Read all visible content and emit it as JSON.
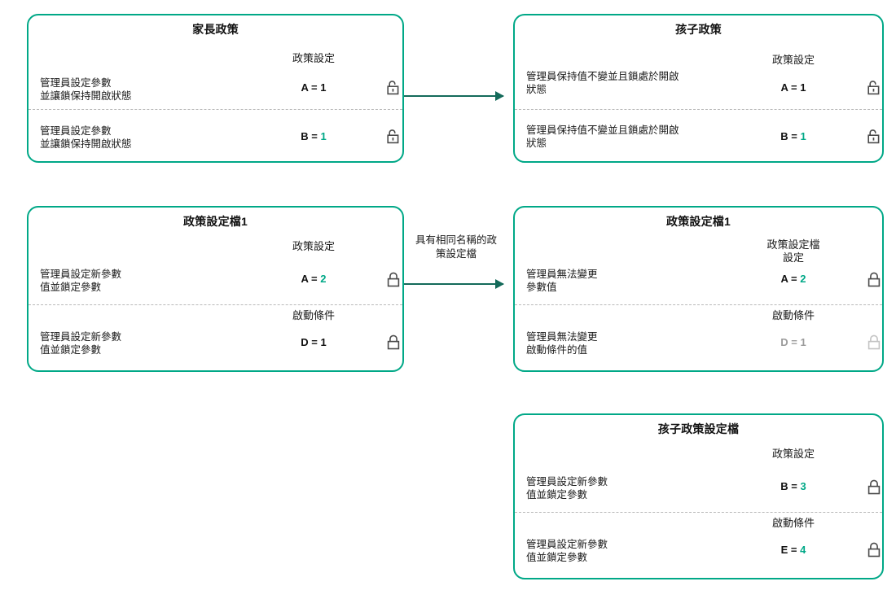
{
  "theme": {
    "border_color": "#00a887",
    "accent_value_color": "#00a887",
    "arrow_color": "#146a5a",
    "muted_text_color": "#a6a6a6",
    "text_color": "#1a1a1a",
    "divider_color": "#b9b9b9",
    "background": "#ffffff"
  },
  "cards": {
    "parent_policy": {
      "title": "家長政策",
      "sections": [
        {
          "column_header": "政策設定",
          "description": "管理員設定參數\n並讓鎖保持開啟狀態",
          "value_key": "A",
          "value_eq": "=",
          "value_num": "1",
          "value_accent": false,
          "value_muted": false,
          "lock_state": "unlocked",
          "lock_muted": false
        },
        {
          "column_header": "",
          "description": "管理員設定參數\n並讓鎖保持開啟狀態",
          "value_key": "B",
          "value_eq": "=",
          "value_num": "1",
          "value_accent": true,
          "value_muted": false,
          "lock_state": "unlocked",
          "lock_muted": false
        }
      ]
    },
    "child_policy": {
      "title": "孩子政策",
      "sections": [
        {
          "column_header": "政策設定",
          "description": "管理員保持值不變並且鎖處於開啟\n狀態",
          "value_key": "A",
          "value_eq": "=",
          "value_num": "1",
          "value_accent": false,
          "value_muted": false,
          "lock_state": "unlocked",
          "lock_muted": false
        },
        {
          "column_header": "",
          "description": "管理員保持值不變並且鎖處於開啟\n狀態",
          "value_key": "B",
          "value_eq": "=",
          "value_num": "1",
          "value_accent": true,
          "value_muted": false,
          "lock_state": "unlocked",
          "lock_muted": false
        }
      ]
    },
    "policy_profile_1_left": {
      "title": "政策設定檔1",
      "sections": [
        {
          "column_header": "政策設定",
          "description": "管理員設定新參數\n值並鎖定參數",
          "value_key": "A",
          "value_eq": "=",
          "value_num": "2",
          "value_accent": true,
          "value_muted": false,
          "lock_state": "locked",
          "lock_muted": false
        },
        {
          "column_header": "啟動條件",
          "description": "管理員設定新參數\n值並鎖定參數",
          "value_key": "D",
          "value_eq": "=",
          "value_num": "1",
          "value_accent": false,
          "value_muted": false,
          "lock_state": "locked",
          "lock_muted": false
        }
      ]
    },
    "policy_profile_1_right": {
      "title": "政策設定檔1",
      "sections": [
        {
          "column_header": "政策設定檔\n設定",
          "description": "管理員無法變更\n參數值",
          "value_key": "A",
          "value_eq": "=",
          "value_num": "2",
          "value_accent": true,
          "value_muted": false,
          "lock_state": "locked",
          "lock_muted": false
        },
        {
          "column_header": "啟動條件",
          "description": "管理員無法變更\n啟動條件的值",
          "value_key": "D",
          "value_eq": "=",
          "value_num": "1",
          "value_accent": false,
          "value_muted": true,
          "lock_state": "locked",
          "lock_muted": true
        }
      ]
    },
    "child_policy_profile": {
      "title": "孩子政策設定檔",
      "sections": [
        {
          "column_header": "政策設定",
          "description": "管理員設定新參數\n值並鎖定參數",
          "value_key": "B",
          "value_eq": "=",
          "value_num": "3",
          "value_accent": true,
          "value_muted": false,
          "lock_state": "locked",
          "lock_muted": false
        },
        {
          "column_header": "啟動條件",
          "description": "管理員設定新參數\n值並鎖定參數",
          "value_key": "E",
          "value_eq": "=",
          "value_num": "4",
          "value_accent": true,
          "value_muted": false,
          "lock_state": "locked",
          "lock_muted": false
        }
      ]
    }
  },
  "arrows": {
    "top": {
      "label": ""
    },
    "middle": {
      "label": "具有相同名稱的政\n策設定檔"
    }
  },
  "icons": {
    "unlocked": "unlocked-padlock-icon",
    "locked": "locked-padlock-icon"
  }
}
